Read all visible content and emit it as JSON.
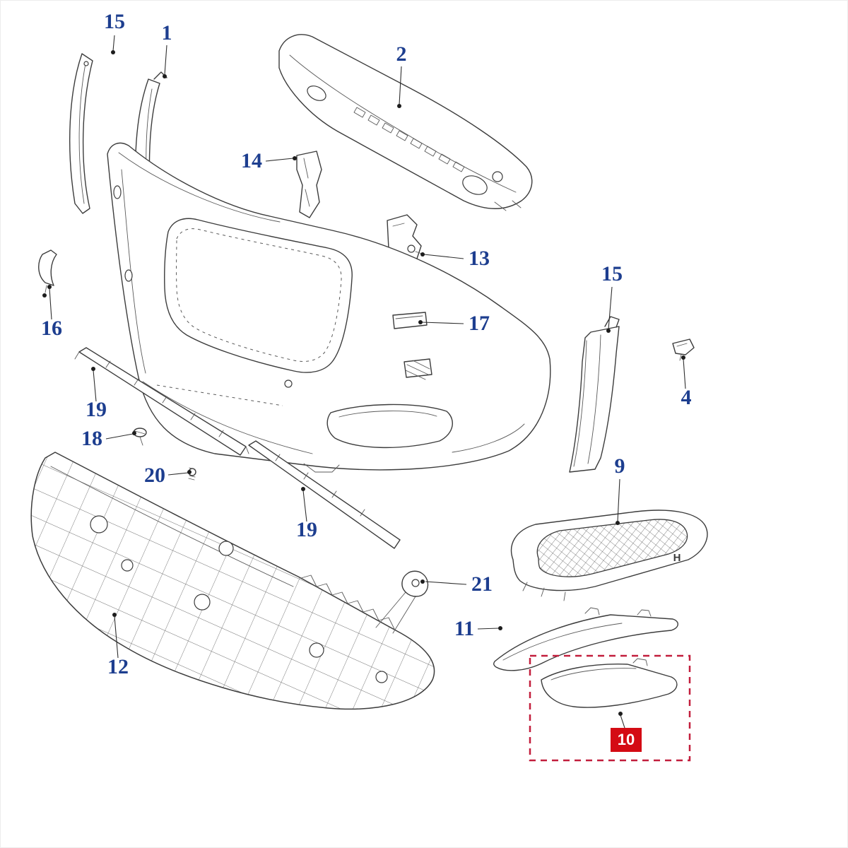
{
  "colors": {
    "label": "#1d3e8f",
    "highlight_bg": "#d40b14",
    "highlight_border": "#c21e3c"
  },
  "callouts": [
    {
      "text": "15"
    },
    {
      "text": "1"
    },
    {
      "text": "2"
    },
    {
      "text": "14"
    },
    {
      "text": "13"
    },
    {
      "text": "15"
    },
    {
      "text": "16"
    },
    {
      "text": "17"
    },
    {
      "text": "4"
    },
    {
      "text": "19"
    },
    {
      "text": "18"
    },
    {
      "text": "9"
    },
    {
      "text": "20"
    },
    {
      "text": "19"
    },
    {
      "text": "21"
    },
    {
      "text": "11"
    },
    {
      "text": "12"
    }
  ],
  "highlight": {
    "text": "10"
  },
  "bezel_mark": "H"
}
